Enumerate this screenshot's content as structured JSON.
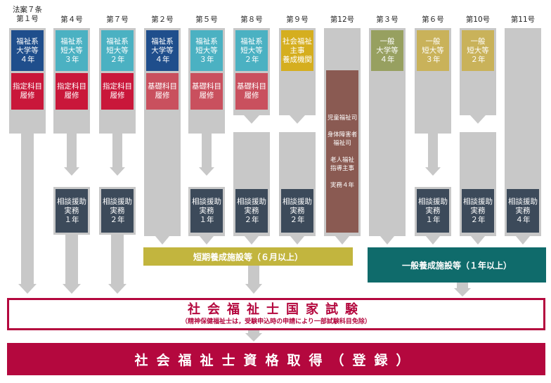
{
  "headers": [
    "法案７条\n第１号",
    "第４号",
    "第７号",
    "第２号",
    "第５号",
    "第８号",
    "第９号",
    "第12号",
    "第３号",
    "第６号",
    "第10号",
    "第11号"
  ],
  "school_boxes": {
    "c1": "福祉系\n大学等\n４年",
    "c2": "福祉系\n短大等\n３年",
    "c3": "福祉系\n短大等\n２年",
    "c4": "福祉系\n大学等\n４年",
    "c5": "福祉系\n短大等\n３年",
    "c6": "福祉系\n短大等\n２年",
    "c7": "社会福祉\n主事\n養成機関",
    "c9": "一般\n大学等\n４年",
    "c10": "一般\n短大等\n３年",
    "c11": "一般\n短大等\n２年"
  },
  "course_boxes": {
    "designated": "指定科目\n履修",
    "basic": "基礎科目\n履修"
  },
  "c8_text": "児童福祉司\n\n身体障害者\n福祉司\n\n老人福祉\n指導主事\n\n実務４年",
  "practice_boxes": {
    "p1": "相談援助\n実務\n１年",
    "p2": "相談援助\n実務\n２年",
    "p4": "相談援助\n実務\n４年"
  },
  "short_facility": "短期養成施設等（６月以上）",
  "general_facility": "一般養成施設等（１年以上）",
  "exam_title": "社会福祉士国家試験",
  "exam_note": "（精神保健福祉士は，受験申込時の申請により一部試験科目免除）",
  "registration": "社会福祉士資格取得（登録）",
  "colors": {
    "navy": "#1f4e8c",
    "teal": "#4bb1c2",
    "red": "#c9173a",
    "pink": "#c9505e",
    "gold": "#d5ae1f",
    "olive": "#97a060",
    "tan": "#c9b25a",
    "dark": "#3c4a5a",
    "brown": "#8a5a52",
    "short_facility": "#c2b53e",
    "general_facility": "#0f6b6b",
    "maroon": "#b4083e",
    "gray": "#c8c8c8"
  }
}
